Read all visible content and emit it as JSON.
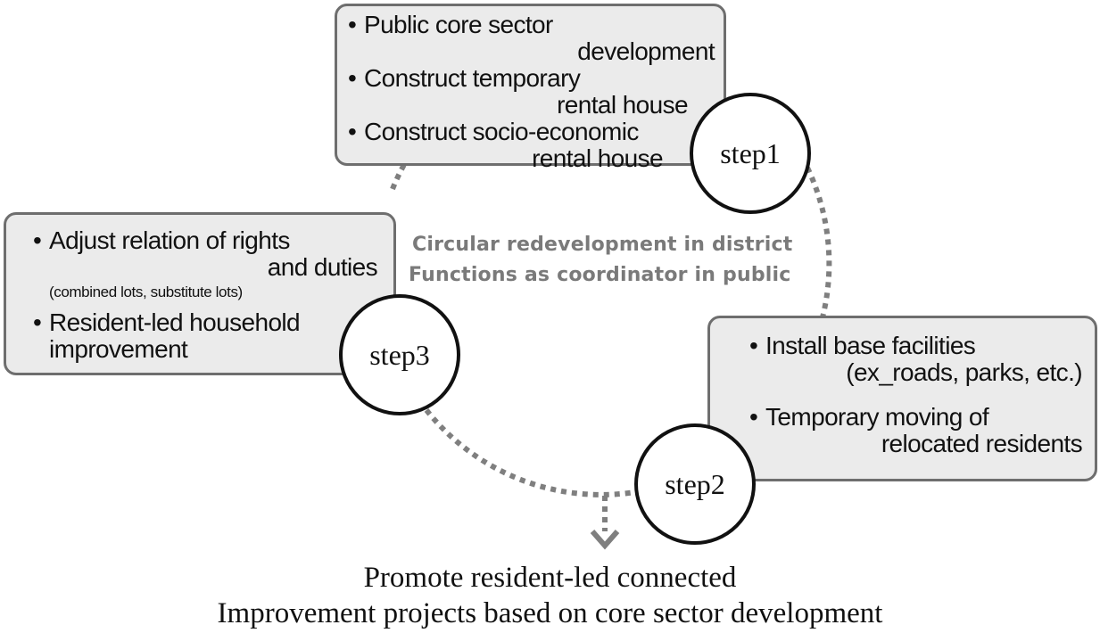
{
  "center": {
    "line1": "Circular redevelopment in district",
    "line2": "Functions as coordinator in public"
  },
  "steps": {
    "step1": {
      "label": "step1",
      "items": [
        {
          "bullet": "•",
          "line1": "Public core sector",
          "line2": "development"
        },
        {
          "bullet": "•",
          "line1": "Construct temporary",
          "line2": "rental house"
        },
        {
          "bullet": "•",
          "line1": "Construct socio-economic",
          "line2": "rental house"
        }
      ]
    },
    "step2": {
      "label": "step2",
      "items": [
        {
          "bullet": "•",
          "line1": "Install base facilities",
          "line2": "(ex_roads, parks, etc.)"
        },
        {
          "bullet": "•",
          "line1": "Temporary moving of",
          "line2": "relocated residents"
        }
      ]
    },
    "step3": {
      "label": "step3",
      "items": [
        {
          "bullet": "•",
          "line1": "Adjust relation of rights",
          "line2": "and duties",
          "note": "(combined lots, substitute lots)"
        },
        {
          "bullet": "•",
          "line1": "Resident-led household",
          "line2": "improvement"
        }
      ]
    }
  },
  "conclusion": {
    "line1": "Promote resident-led connected",
    "line2": "Improvement projects based on core sector development"
  },
  "colors": {
    "box_fill": "#ebebeb",
    "box_border": "#6e6e6e",
    "dotted_path": "#7f7f7f",
    "caption_text": "#7a7a7a",
    "circle_border": "#111111"
  }
}
